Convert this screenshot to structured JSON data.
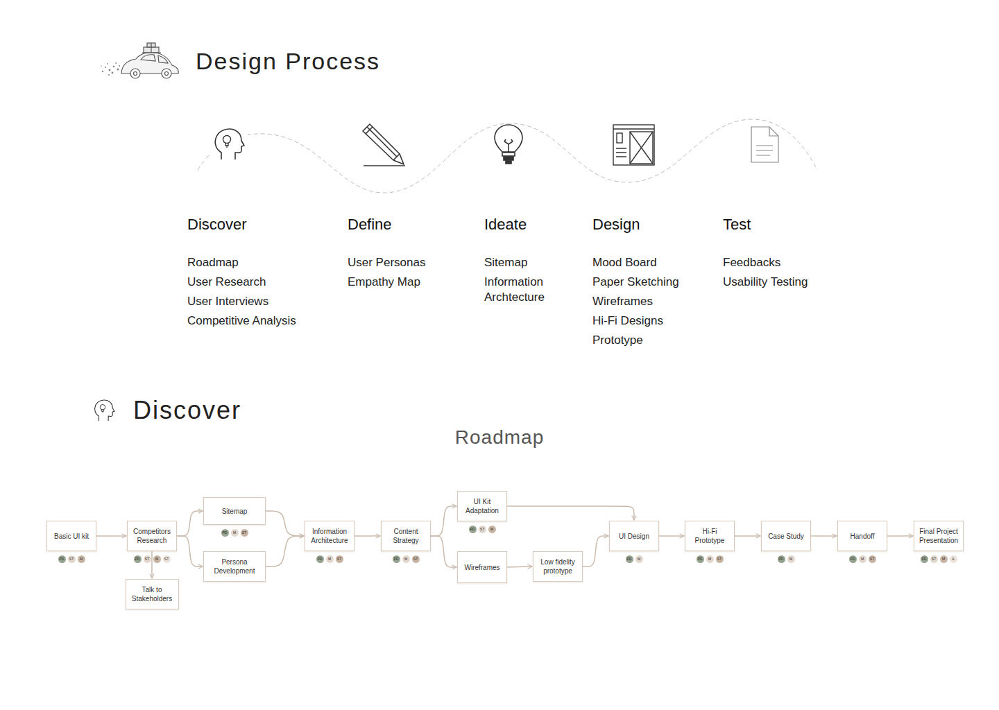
{
  "diagram": {
    "title": "Design Process",
    "nodes": [
      {
        "text": [
          "Basic UI kit"
        ]
      },
      {
        "text": [
          "Competitors Research"
        ]
      },
      {
        "text": [
          "Talk to Stakeholders"
        ]
      },
      {
        "text": [
          "Sitemap"
        ]
      },
      {
        "text": [
          "Persona Development"
        ]
      },
      {
        "text": [
          "Information Architecture"
        ]
      },
      {
        "text": [
          "Content Strategy"
        ]
      },
      {
        "text": [
          "UI Kit Adaptation"
        ]
      },
      {
        "text": [
          "Wireframes"
        ]
      },
      {
        "text": [
          "Low fidelity prototype"
        ]
      },
      {
        "text": [
          "UI Design"
        ]
      },
      {
        "text": [
          "Hi-Fi Prototype"
        ]
      },
      {
        "text": [
          "Case Study"
        ]
      },
      {
        "text": [
          "Handoff"
        ]
      },
      {
        "text": [
          "Final Project Presentation"
        ]
      },
      {
        "text": [
          "PD"
        ]
      },
      {
        "text": [
          "ST"
        ]
      },
      {
        "text": [
          "M"
        ]
      },
      {
        "text": [
          "PD"
        ]
      },
      {
        "text": [
          "ST"
        ]
      },
      {
        "text": [
          "M"
        ]
      },
      {
        "text": [
          "ST"
        ]
      },
      {
        "text": [
          "PD"
        ]
      },
      {
        "text": [
          "M"
        ]
      },
      {
        "text": [
          "ST"
        ]
      },
      {
        "text": [
          "PD"
        ]
      },
      {
        "text": [
          "M"
        ]
      },
      {
        "text": [
          "ST"
        ]
      },
      {
        "text": [
          "PD"
        ]
      },
      {
        "text": [
          "M"
        ]
      },
      {
        "text": [
          "ST"
        ]
      },
      {
        "text": [
          "PD"
        ]
      },
      {
        "text": [
          "ST"
        ]
      },
      {
        "text": [
          "M"
        ]
      },
      {
        "text": [
          "PD"
        ]
      },
      {
        "text": [
          "M"
        ]
      },
      {
        "text": [
          "PD"
        ]
      },
      {
        "text": [
          "M"
        ]
      },
      {
        "text": [
          "ST"
        ]
      },
      {
        "text": [
          "PD"
        ]
      },
      {
        "text": [
          "M"
        ]
      },
      {
        "text": [
          "PD"
        ]
      },
      {
        "text": [
          "M"
        ]
      },
      {
        "text": [
          "ST"
        ]
      },
      {
        "text": [
          "PD"
        ]
      },
      {
        "text": [
          "ST"
        ]
      },
      {
        "text": [
          "M"
        ]
      },
      {
        "text": [
          "A"
        ]
      }
    ],
    "edges": [
      {
        "from": 0,
        "to": 1,
        "arrow": "to"
      },
      {
        "from": 1,
        "to": 2,
        "arrow": "to"
      },
      {
        "from": 1,
        "to": 3,
        "arrow": "to"
      },
      {
        "from": 1,
        "to": 4,
        "arrow": "to"
      },
      {
        "from": 3,
        "to": 5,
        "arrow": "to"
      },
      {
        "from": 4,
        "to": 5,
        "arrow": "to"
      },
      {
        "from": 5,
        "to": 6,
        "arrow": "to"
      },
      {
        "from": 6,
        "to": 7,
        "arrow": "to"
      },
      {
        "from": 6,
        "to": 8,
        "arrow": "to"
      },
      {
        "from": 7,
        "to": 10,
        "arrow": "to"
      },
      {
        "from": 8,
        "to": 9,
        "arrow": "to"
      },
      {
        "from": 9,
        "to": 10,
        "arrow": "to"
      },
      {
        "from": 10,
        "to": 11,
        "arrow": "to"
      },
      {
        "from": 11,
        "to": 12,
        "arrow": "to"
      },
      {
        "from": 12,
        "to": 13,
        "arrow": "to"
      },
      {
        "from": 13,
        "to": 14,
        "arrow": "to"
      }
    ],
    "labels": [
      "Discover",
      "Roadmap",
      "User Research",
      "User Interviews",
      "Competitive Analysis",
      "Define",
      "User Personas",
      "Empathy Map",
      "Ideate",
      "Sitemap",
      "Information Archtecture",
      "Design",
      "Mood Board",
      "Paper Sketching",
      "Wireframes",
      "Hi-Fi Designs",
      "Prototype",
      "Test",
      "Feedbacks",
      "Usability Testing",
      "Discover",
      "Roadmap"
    ]
  }
}
